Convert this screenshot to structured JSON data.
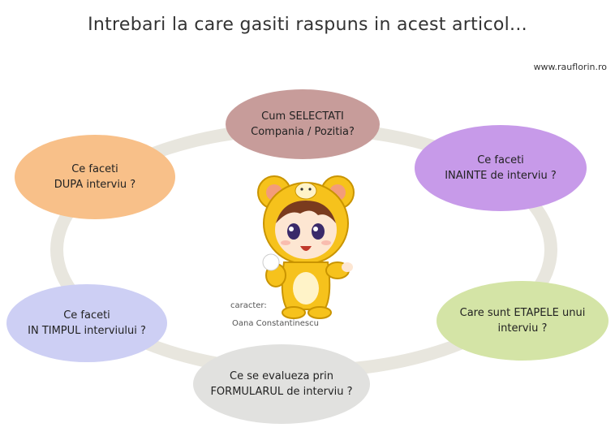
{
  "title": "Intrebari la care gasiti raspuns in acest articol...",
  "source_url": "www.rauflorin.ro",
  "bubbles": {
    "top": "Cum SELECTATI\nCompania / Pozitia?",
    "left": "Ce faceti\nDUPA interviu ?",
    "right": "Ce faceti\nINAINTE de interviu ?",
    "lower_left": "Ce faceti\nIN TIMPUL interviului ?",
    "lower_right": "Care sunt ETAPELE unui\ninterviu ?",
    "bottom": "Ce se evalueza prin\nFORMULARUL de interviu ?"
  },
  "credit": {
    "label": "caracter:",
    "author": "Oana Constantinescu"
  },
  "colors": {
    "top": "#c79c9a",
    "left": "#f8c089",
    "right": "#c79ae9",
    "lower_left": "#cdcff4",
    "lower_right": "#d4e4a6",
    "bottom": "#e1e1df",
    "ring": "#e8e6de",
    "character_suit": "#f6c21c"
  }
}
